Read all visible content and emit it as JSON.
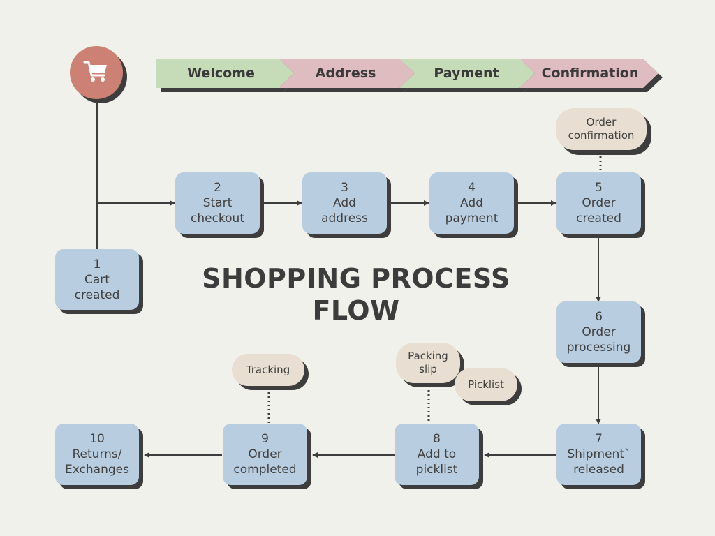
{
  "title": {
    "line1": "SHOPPING PROCESS",
    "line2": "FLOW"
  },
  "stages": [
    {
      "label": "Welcome",
      "color": "#c6dbb8"
    },
    {
      "label": "Address",
      "color": "#dfbcc0"
    },
    {
      "label": "Payment",
      "color": "#c6dbb8"
    },
    {
      "label": "Confirmation",
      "color": "#dfbcc0"
    }
  ],
  "steps": [
    {
      "num": "1",
      "l1": "Cart",
      "l2": "created"
    },
    {
      "num": "2",
      "l1": "Start",
      "l2": "checkout"
    },
    {
      "num": "3",
      "l1": "Add",
      "l2": "address"
    },
    {
      "num": "4",
      "l1": "Add",
      "l2": "payment"
    },
    {
      "num": "5",
      "l1": "Order",
      "l2": "created"
    },
    {
      "num": "6",
      "l1": "Order",
      "l2": "processing"
    },
    {
      "num": "7",
      "l1": "Shipment`",
      "l2": "released"
    },
    {
      "num": "8",
      "l1": "Add to",
      "l2": "picklist"
    },
    {
      "num": "9",
      "l1": "Order",
      "l2": "completed"
    },
    {
      "num": "10",
      "l1": "Returns/",
      "l2": "Exchanges"
    }
  ],
  "documents": {
    "order_confirmation": {
      "l1": "Order",
      "l2": "confirmation"
    },
    "packing_slip": {
      "l1": "Packing",
      "l2": "slip"
    },
    "picklist": {
      "l1": "Picklist"
    },
    "tracking": {
      "l1": "Tracking"
    }
  },
  "icons": {
    "start": "shopping-cart-icon"
  },
  "colors": {
    "background": "#f1f1eb",
    "step_box": "#b9cde0",
    "document_pill": "#e8dfd2",
    "cart_circle": "#cd8174",
    "shadow": "#3d3d3d"
  }
}
